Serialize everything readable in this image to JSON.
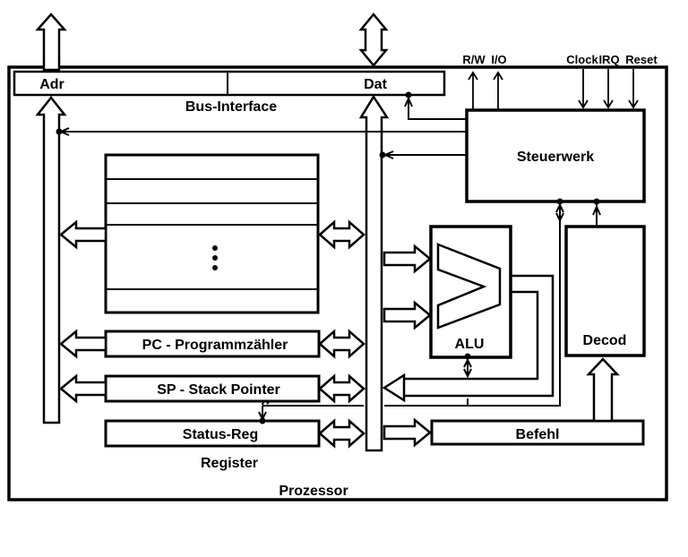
{
  "outer": {
    "label": "Prozessor"
  },
  "bus_interface": {
    "label": "Bus-Interface",
    "adr_label": "Adr",
    "dat_label": "Dat"
  },
  "signals": {
    "rw": "R/W",
    "io": "I/O",
    "clock": "Clock",
    "irq": "IRQ",
    "reset": "Reset"
  },
  "blocks": {
    "steuerwerk": {
      "label": "Steuerwerk"
    },
    "alu": {
      "label": "ALU"
    },
    "decod": {
      "label": "Decod"
    },
    "befehl": {
      "label": "Befehl"
    },
    "pc": {
      "label": "PC - Programmzähler"
    },
    "sp": {
      "label": "SP - Stack Pointer"
    },
    "status": {
      "label": "Status-Reg"
    },
    "register_file": {
      "visible_rows": 5
    },
    "register_group_label": "Register"
  },
  "colors": {
    "ink": "#000000",
    "background": "#ffffff"
  }
}
